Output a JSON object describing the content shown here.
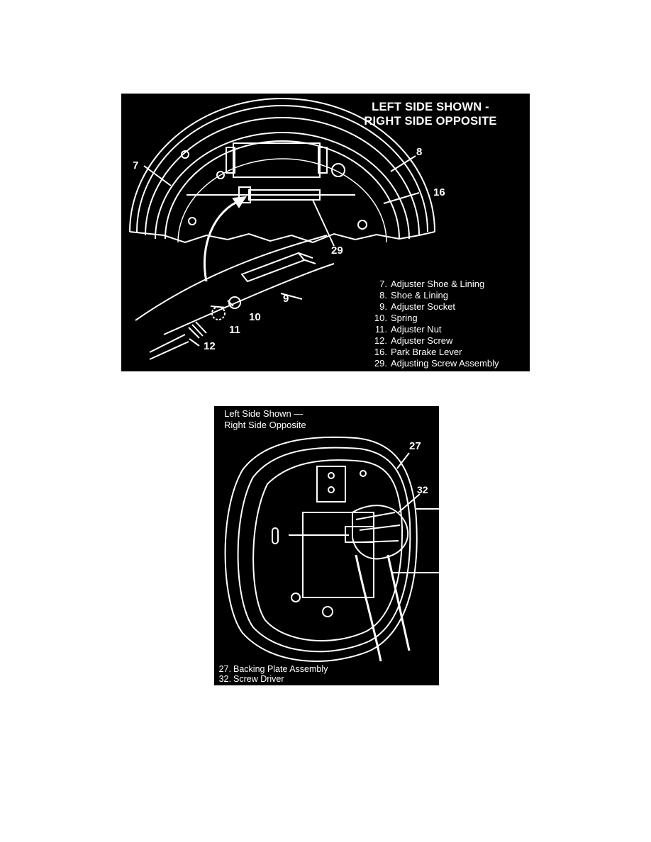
{
  "figure1": {
    "title_line1": "LEFT SIDE SHOWN -",
    "title_line2": "RIGHT SIDE OPPOSITE",
    "callouts": {
      "c7": "7",
      "c8": "8",
      "c16": "16",
      "c29": "29",
      "c9": "9",
      "c10": "10",
      "c11": "11",
      "c12": "12"
    },
    "legend": [
      {
        "num": "7.",
        "text": "Adjuster Shoe & Lining"
      },
      {
        "num": "8.",
        "text": "Shoe & Lining"
      },
      {
        "num": "9.",
        "text": "Adjuster Socket"
      },
      {
        "num": "10.",
        "text": "Spring"
      },
      {
        "num": "11.",
        "text": "Adjuster Nut"
      },
      {
        "num": "12.",
        "text": "Adjuster Screw"
      },
      {
        "num": "16.",
        "text": "Park Brake Lever"
      },
      {
        "num": "29.",
        "text": "Adjusting Screw Assembly"
      }
    ]
  },
  "figure2": {
    "title_line1": "Left Side Shown —",
    "title_line2": "Right Side Opposite",
    "callouts": {
      "c27": "27",
      "c32": "32"
    },
    "legend": [
      {
        "num": "27.",
        "text": "Backing Plate Assembly"
      },
      {
        "num": "32.",
        "text": "Screw Driver"
      }
    ]
  }
}
